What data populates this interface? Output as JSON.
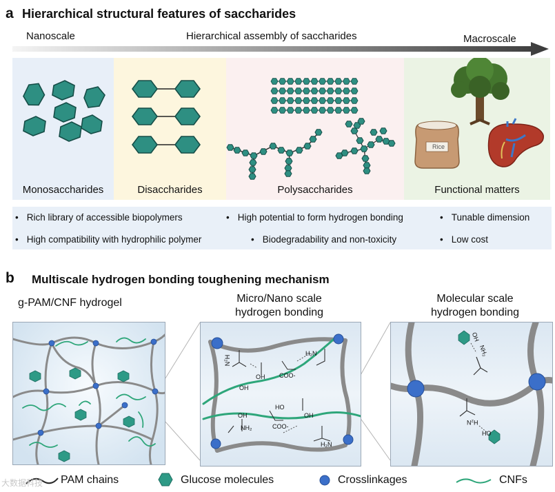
{
  "panel_a": {
    "letter": "a",
    "title": "Hierarchical structural features of  saccharides",
    "scale_left": "Nanoscale",
    "scale_middle": "Hierarchical assembly of saccharides",
    "scale_right": "Macroscale",
    "stages": [
      {
        "label": "Monosaccharides",
        "color": "#e8eff8"
      },
      {
        "label": "Disaccharides",
        "color": "#fdf6de"
      },
      {
        "label": "Polysaccharides",
        "color": "#fbf0f0"
      },
      {
        "label": "Functional matters",
        "color": "#ebf3e4"
      }
    ],
    "rice_label": "Rice",
    "features": [
      "Rich library of accessible biopolymers",
      "High potential to form hydrogen bonding",
      "Tunable dimension",
      "High compatibility with hydrophilic polymer",
      "Biodegradability and non-toxicity",
      "Low cost"
    ]
  },
  "panel_b": {
    "letter": "b",
    "title": "Multiscale hydrogen bonding toughening mechanism",
    "boxes": [
      {
        "title": "g-PAM/CNF hydrogel"
      },
      {
        "title_line1": "Micro/Nano scale",
        "title_line2": "hydrogen bonding"
      },
      {
        "title_line1": "Molecular scale",
        "title_line2": "hydrogen bonding"
      }
    ],
    "chem": {
      "nh2": "NH₂",
      "h2n": "H₂N",
      "oh": "OH",
      "ho": "HO",
      "coo": "COO-"
    },
    "legend": {
      "pam": "PAM chains",
      "glucose": "Glucose molecules",
      "crosslink": "Crosslinkages",
      "cnf": "CNFs"
    }
  },
  "watermark": "大数据科技",
  "colors": {
    "glucose": "#2e9a86",
    "cnf": "#2ea67a",
    "pam": "#8a8a8a",
    "crosslink": "#3b6fc9",
    "hydrogel_bg": "#d7e6f2"
  }
}
